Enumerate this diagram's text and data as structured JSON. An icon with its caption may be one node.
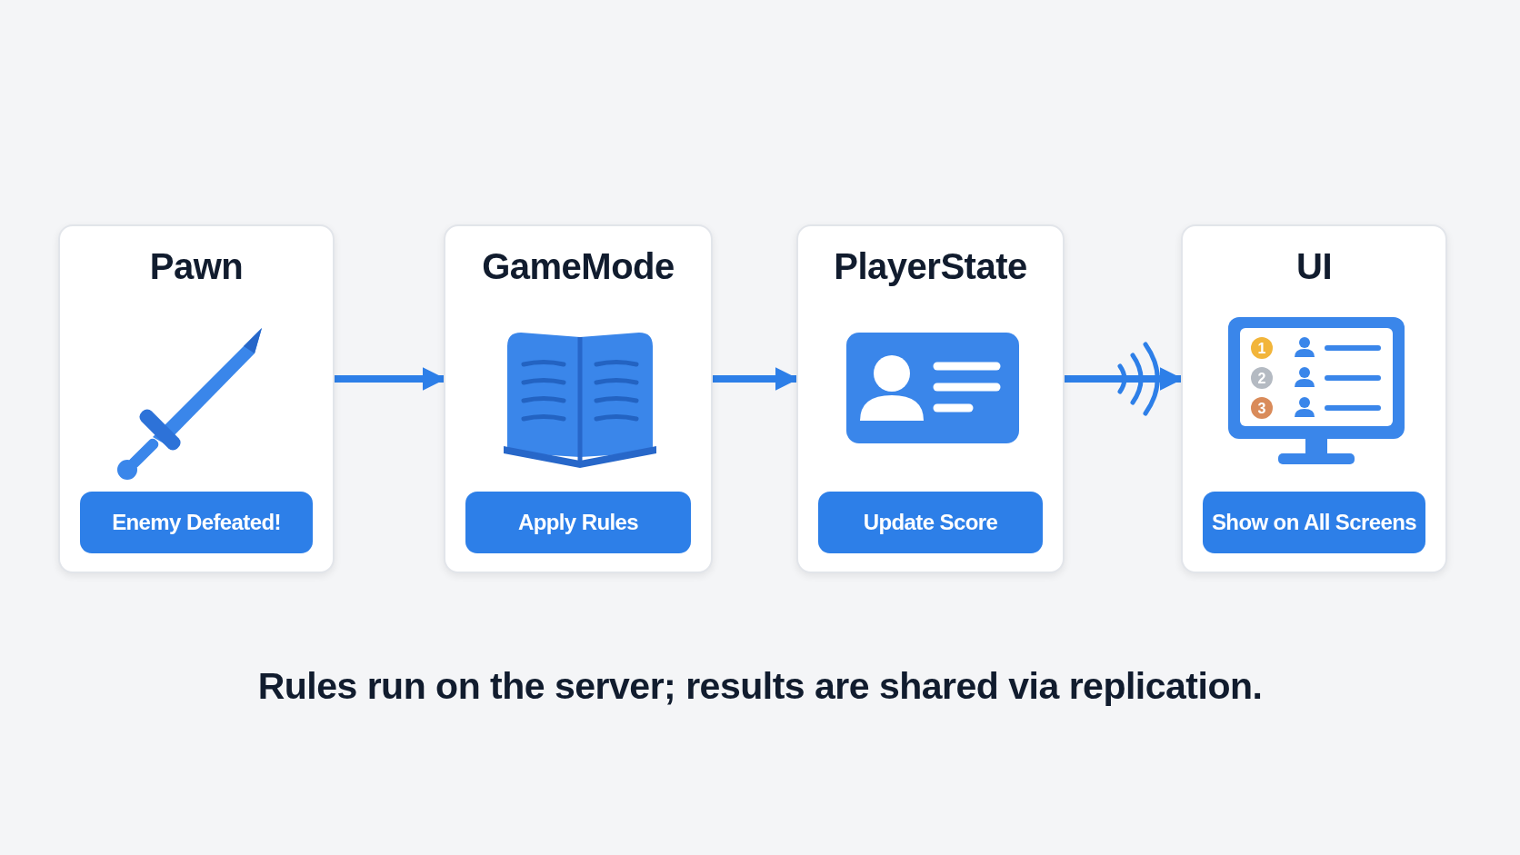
{
  "diagram": {
    "caption": "Rules run on the server; results are shared via replication.",
    "nodes": [
      {
        "text": [
          "Pawn",
          "Enemy Defeated!"
        ]
      },
      {
        "text": [
          "GameMode",
          "Apply Rules"
        ]
      },
      {
        "text": [
          "PlayerState",
          "Update Score"
        ]
      },
      {
        "text": [
          "UI",
          "Show on All Screens"
        ]
      }
    ],
    "edges": [
      {
        "from": 0,
        "to": 1,
        "arrow": "to"
      },
      {
        "from": 1,
        "to": 2,
        "arrow": "to"
      },
      {
        "from": 2,
        "to": 3,
        "arrow": "to"
      }
    ],
    "labels": [
      "1",
      "2",
      "3"
    ]
  }
}
